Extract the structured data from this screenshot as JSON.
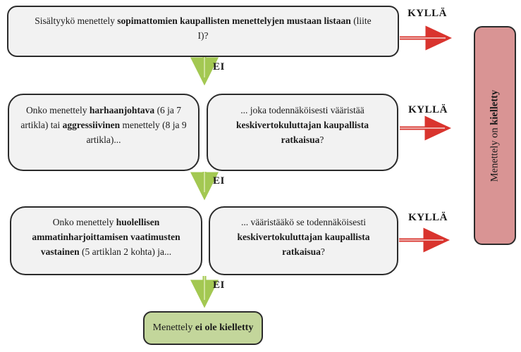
{
  "colors": {
    "red_arrow": "#d9342e",
    "red_arrow_inner": "#f3d3d1",
    "green_arrow": "#a3c852",
    "green_arrow_inner": "#d9e8ac",
    "question_box_fill": "#f2f2f2",
    "forbidden_box_fill": "#d99494",
    "allowed_box_fill": "#c3d69b",
    "border": "#2b2b2b"
  },
  "labels": {
    "yes": "KYLLÄ",
    "no": "EI"
  },
  "boxes": {
    "q1": {
      "pre": "Sisältyykö menettely ",
      "bold": "sopimattomien kaupallisten menettelyjen mustaan listaan",
      "line2": "(liite I)?"
    },
    "q2a": {
      "seg1": "Onko menettely ",
      "bold1": "harhaanjohtava",
      "seg2": " (6 ja 7 artikla) tai ",
      "bold2": "aggressiivinen",
      "seg3": " menettely (8 ja 9 artikla)..."
    },
    "q2b": {
      "seg1": "... joka todennäköisesti vääristää ",
      "bold1": "keskivertokuluttajan kaupallista ratkaisua",
      "seg2": "?"
    },
    "q3a": {
      "seg1": "Onko menettely ",
      "bold1": "huolellisen ammatinharjoittamisen vaatimusten vastainen",
      "seg2": " (5 artiklan 2 kohta) ja..."
    },
    "q3b": {
      "seg1": "... vääristääkö se todennäköisesti ",
      "bold1": "keskivertokuluttajan kaupallista ratkaisua",
      "seg2": "?"
    },
    "forbidden": {
      "pre": "Menettely on ",
      "bold": "kielletty"
    },
    "allowed": {
      "pre": "Menettely ",
      "bold": "ei ole kielletty"
    }
  }
}
